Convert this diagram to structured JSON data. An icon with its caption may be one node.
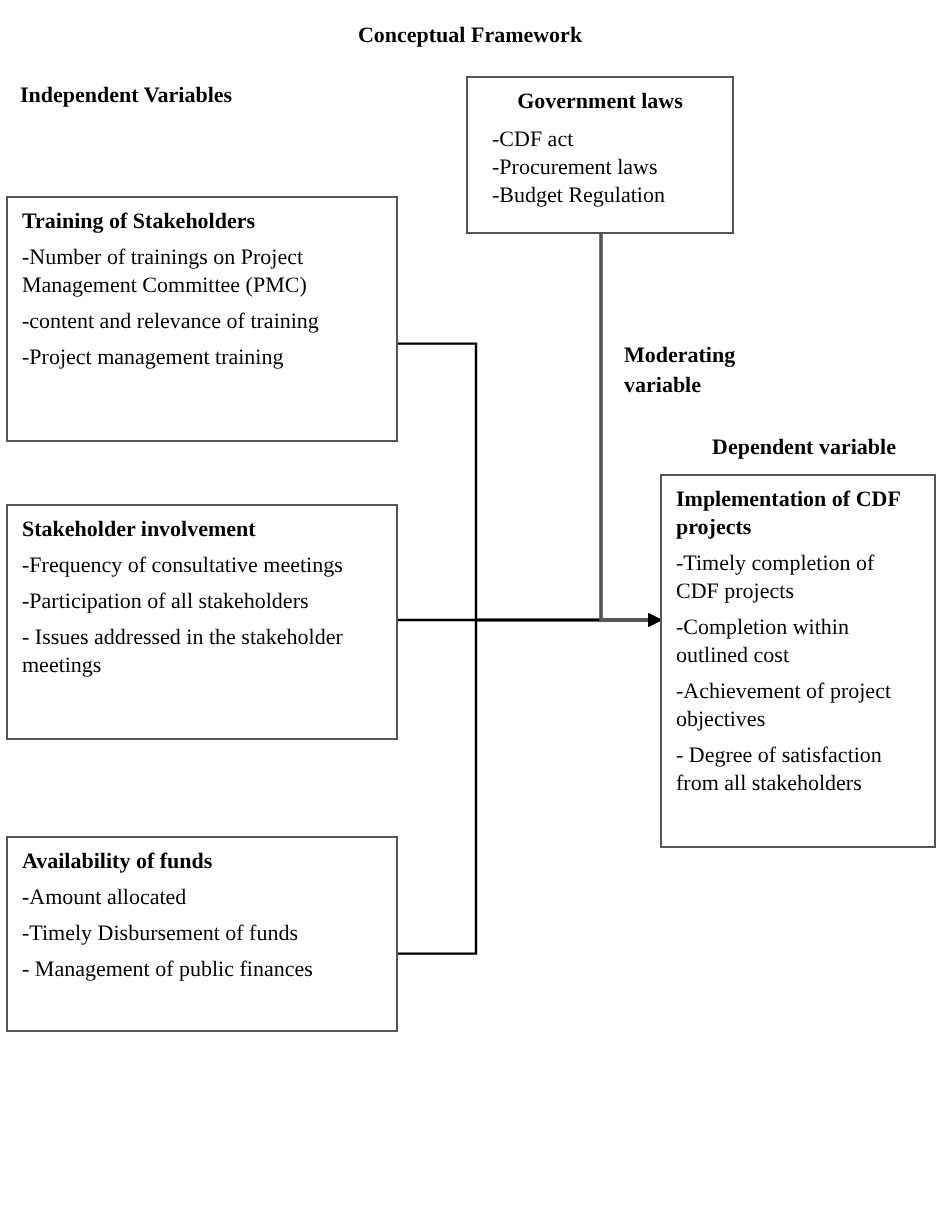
{
  "diagram": {
    "title": "Conceptual Framework",
    "nodes": [
      {
        "text": [
          "Government laws",
          "-CDF act",
          "-Procurement laws",
          "-Budget Regulation"
        ]
      },
      {
        "text": [
          "Training of Stakeholders",
          "-Number of trainings on Project Management Committee (PMC)",
          "-content and relevance of training",
          "-Project management training"
        ]
      },
      {
        "text": [
          "Stakeholder involvement",
          "-Frequency of consultative meetings",
          "-Participation of all stakeholders",
          "- Issues addressed in the stakeholder meetings"
        ]
      },
      {
        "text": [
          "Availability of funds",
          "-Amount allocated",
          "-Timely Disbursement of funds",
          "- Management of public finances"
        ]
      },
      {
        "text": [
          "Implementation of CDF projects",
          "-Timely completion of CDF projects",
          "-Completion within outlined cost",
          "-Achievement of project objectives",
          "- Degree of satisfaction from all stakeholders"
        ]
      }
    ],
    "edges": [
      {
        "from": 1,
        "to": 4,
        "arrow": "to"
      },
      {
        "from": 2,
        "to": 4,
        "arrow": "to"
      },
      {
        "from": 3,
        "to": 4,
        "arrow": "to"
      },
      {
        "from": 0,
        "to": 4,
        "arrow": "to"
      }
    ],
    "labels": [
      "Independent Variables",
      "Moderating variable",
      "Dependent variable"
    ]
  }
}
